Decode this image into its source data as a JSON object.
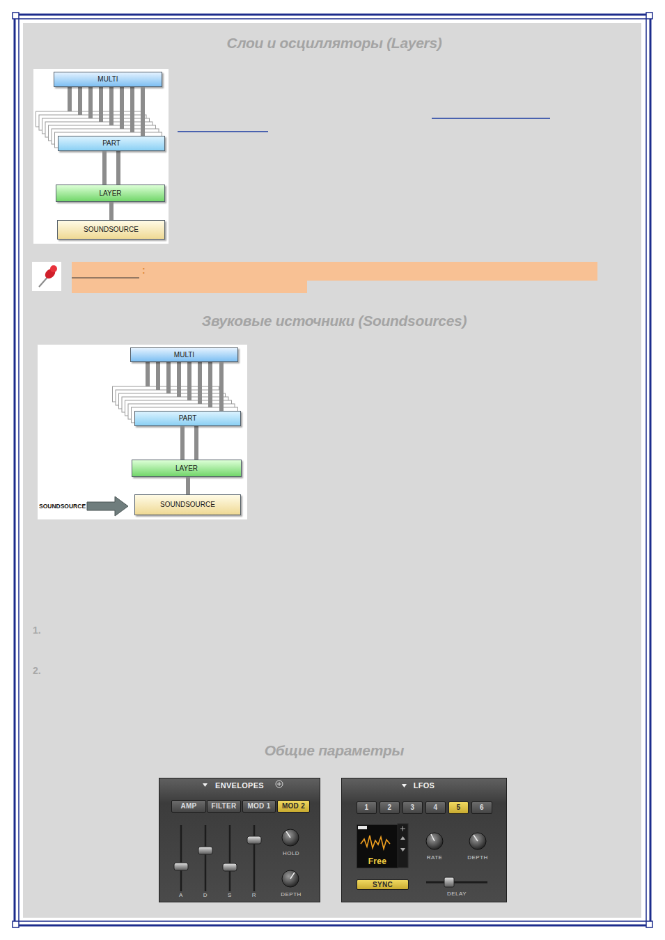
{
  "diagram": {
    "title": "Слои и осцилляторы (Layers)",
    "nodes": [
      {
        "text": [
          "MULTI"
        ]
      },
      {
        "text": [
          "PART"
        ]
      },
      {
        "text": [
          "LAYER"
        ]
      },
      {
        "text": [
          "SOUNDSOURCE"
        ]
      },
      {
        "text": [
          ":"
        ]
      },
      {
        "text": [
          "MULTI"
        ]
      },
      {
        "text": [
          "PART"
        ]
      },
      {
        "text": [
          "LAYER"
        ]
      },
      {
        "text": [
          "SOUNDSOURCE"
        ]
      },
      {
        "text": [
          "ENVELOPES"
        ]
      },
      {
        "text": [
          "AMP"
        ],
        "in": 9
      },
      {
        "text": [
          "FILTER"
        ],
        "in": 9
      },
      {
        "text": [
          "MOD 1"
        ],
        "in": 9
      },
      {
        "text": [
          "MOD 2"
        ],
        "in": 9
      },
      {
        "text": [
          "LFOS"
        ]
      },
      {
        "text": [
          "1"
        ],
        "in": 14
      },
      {
        "text": [
          "2"
        ],
        "in": 14
      },
      {
        "text": [
          "3"
        ],
        "in": 14
      },
      {
        "text": [
          "4"
        ],
        "in": 14
      },
      {
        "text": [
          "5"
        ],
        "in": 14
      },
      {
        "text": [
          "6"
        ],
        "in": 14
      },
      {
        "text": [
          "Free"
        ],
        "in": 14
      },
      {
        "text": [
          "SYNC"
        ],
        "in": 14
      }
    ],
    "edges": [
      {
        "from": 0,
        "to": 1,
        "arrow": "none"
      },
      {
        "from": 1,
        "to": 2,
        "arrow": "none"
      },
      {
        "from": 2,
        "to": 3,
        "arrow": "none"
      },
      {
        "from": 5,
        "to": 6,
        "arrow": "none"
      },
      {
        "from": 6,
        "to": 7,
        "arrow": "none"
      },
      {
        "from": 7,
        "to": 8,
        "arrow": "none"
      }
    ],
    "labels": [
      "Звуковые источники (Soundsources)",
      "SOUNDSOURCE",
      "1.",
      "2.",
      "Общие параметры",
      "A",
      "D",
      "S",
      "R",
      "HOLD",
      "DEPTH",
      "RATE",
      "DEPTH",
      "DELAY"
    ]
  }
}
